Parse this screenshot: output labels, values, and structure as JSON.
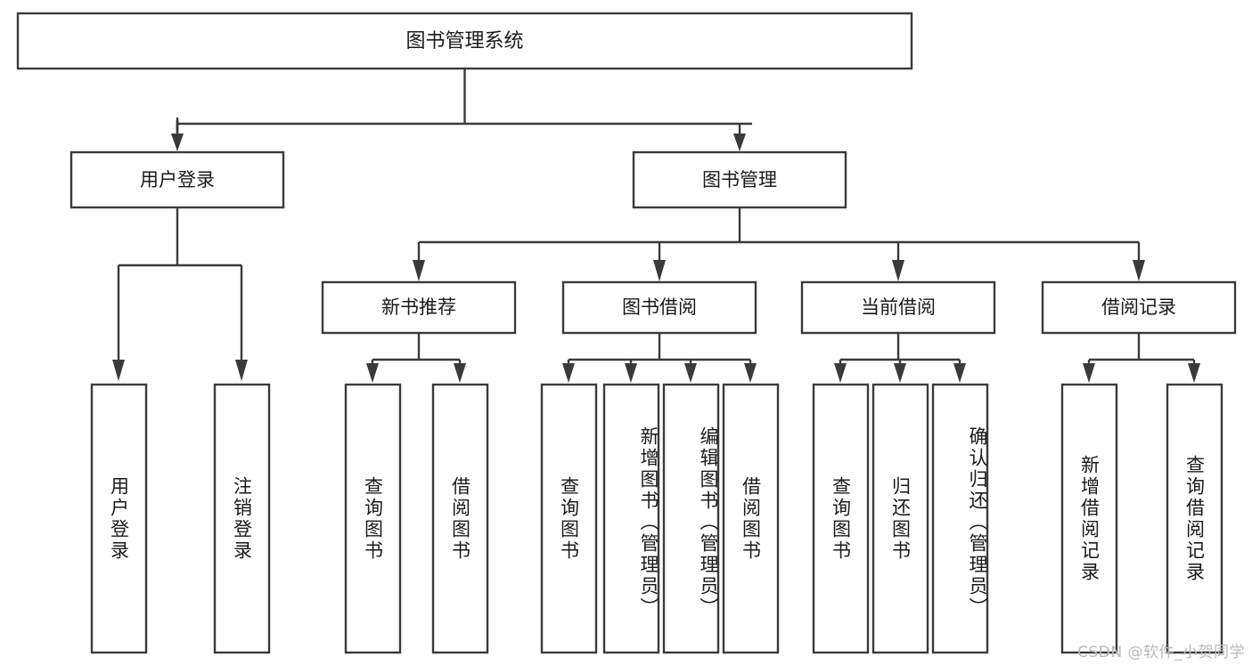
{
  "diagram": {
    "type": "tree",
    "title": "图书管理系统",
    "orientation": "top-down",
    "watermark": "CSDN @软件_小贺同学",
    "colors": {
      "box_fill": "#ffffff",
      "box_stroke": "#3a3a3a",
      "connector": "#3a3a3a",
      "text": "#1a1a1a",
      "watermark": "#b9b9b9",
      "background": "#ffffff"
    },
    "root": {
      "label": "图书管理系统"
    },
    "level2": [
      {
        "label": "用户登录"
      },
      {
        "label": "图书管理"
      }
    ],
    "level3": [
      {
        "label": "新书推荐"
      },
      {
        "label": "图书借阅"
      },
      {
        "label": "当前借阅"
      },
      {
        "label": "借阅记录"
      }
    ],
    "leaves": {
      "user_login": [
        {
          "label": "用户登录"
        },
        {
          "label": "注销登录"
        }
      ],
      "new_book": [
        {
          "label": "查询图书"
        },
        {
          "label": "借阅图书"
        }
      ],
      "book_borrow": [
        {
          "label": "查询图书"
        },
        {
          "label": "新增图书（管理员）"
        },
        {
          "label": "编辑图书（管理员）"
        },
        {
          "label": "借阅图书"
        }
      ],
      "current_borrow": [
        {
          "label": "查询图书"
        },
        {
          "label": "归还图书"
        },
        {
          "label": "确认归还（管理员）"
        }
      ],
      "borrow_record": [
        {
          "label": "新增借阅记录"
        },
        {
          "label": "查询借阅记录"
        }
      ]
    }
  }
}
